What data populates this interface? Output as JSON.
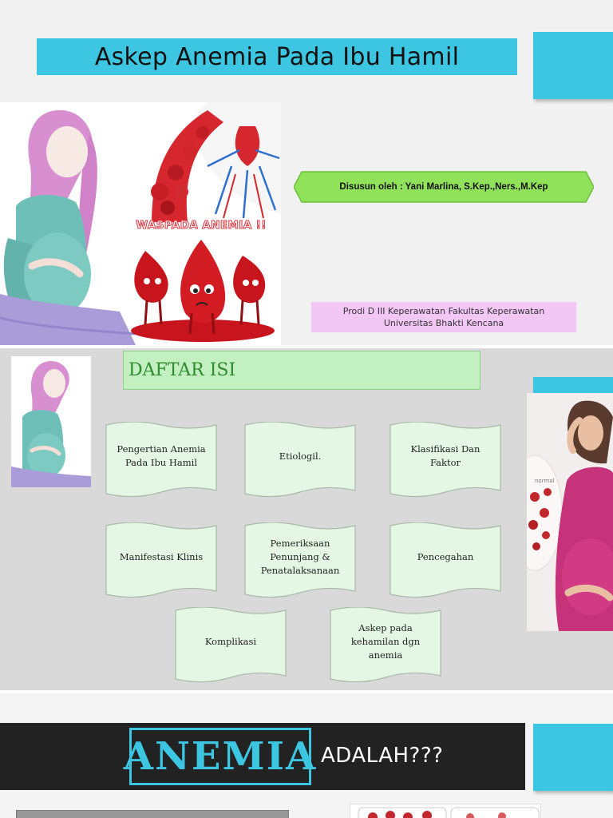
{
  "slide1": {
    "title": "Askep Anemia Pada Ibu Hamil",
    "warning": "WASPADA ANEMIA !!",
    "author": "Disusun oleh : Yani Marlina, S.Kep.,Ners.,M.Kep",
    "institution_line1": "Prodi D III Keperawatan Fakultas Keperawatan",
    "institution_line2": "Universitas Bhakti Kencana",
    "colors": {
      "accent": "#3cc6e2",
      "author_box": "#8fe25a",
      "institution_box": "#f2c6f5"
    }
  },
  "slide2": {
    "title": "DAFTAR ISI",
    "items": [
      {
        "label": "Pengertian Anemia Pada Ibu Hamil"
      },
      {
        "label": "Etiologil."
      },
      {
        "label": "Klasifikasi Dan Faktor"
      },
      {
        "label": "Manifestasi Klinis"
      },
      {
        "label": "Pemeriksaan Penunjang & Penatalaksanaan"
      },
      {
        "label": "Pencegahan"
      },
      {
        "label": "Komplikasi"
      },
      {
        "label": "Askep pada kehamilan dgn anemia"
      }
    ],
    "side_photo_label": "normal",
    "colors": {
      "title_box": "#c2f0c1",
      "scroll_fill": "#e4f7e4"
    }
  },
  "slide3": {
    "word": "ANEMIA",
    "question": "ADALAH???"
  }
}
